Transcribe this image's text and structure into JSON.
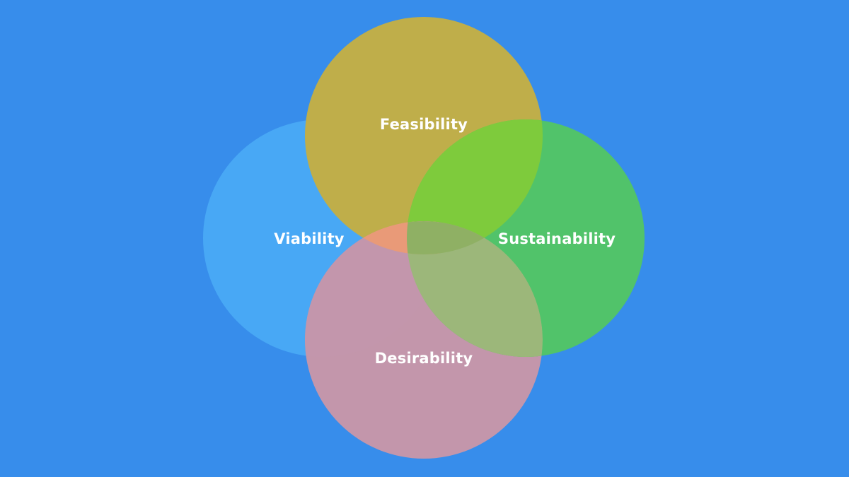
{
  "diagram": {
    "background": "#378deb",
    "circles": [
      {
        "id": "viability",
        "label": "Viability",
        "color": "#48a8f5"
      },
      {
        "id": "feasibility",
        "label": "Feasibility",
        "color": "#bfae4a"
      },
      {
        "id": "sustainability",
        "label": "Sustainability",
        "color": "#51c36a"
      },
      {
        "id": "desirability",
        "label": "Desirability",
        "color": "#c396ab"
      }
    ],
    "overlaps": [
      {
        "id": "feasibility-sustainability",
        "color": "#7ecb3c"
      },
      {
        "id": "viability-feasibility-desirability",
        "color": "#e99a78"
      },
      {
        "id": "sustainability-desirability",
        "color": "#9cb77a"
      },
      {
        "id": "center",
        "color": "#8fb064"
      }
    ]
  }
}
